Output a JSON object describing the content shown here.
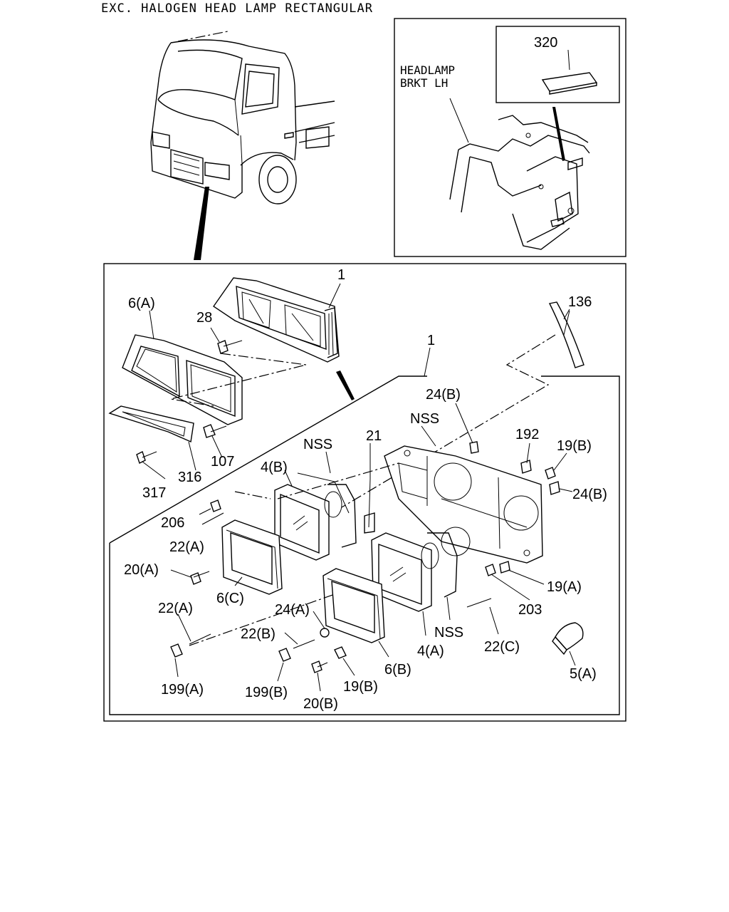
{
  "title": "EXC. HALOGEN HEAD LAMP RECTANGULAR",
  "inset": {
    "bracket_label_line1": "HEADLAMP",
    "bracket_label_line2": "BRKT LH",
    "part_320": "320"
  },
  "callouts": {
    "p1_top": "1",
    "p1_mid": "1",
    "p6A": "6(A)",
    "p28": "28",
    "p136": "136",
    "p24B_top": "24(B)",
    "nss_top": "NSS",
    "p21": "21",
    "nss_left": "NSS",
    "p192": "192",
    "p19B_right": "19(B)",
    "p24B_right": "24(B)",
    "p4B": "4(B)",
    "p107": "107",
    "p316": "316",
    "p317": "317",
    "p206": "206",
    "p22A_mid": "22(A)",
    "p20A": "20(A)",
    "p6C": "6(C)",
    "p19A": "19(A)",
    "p203": "203",
    "p22A_low": "22(A)",
    "p24A": "24(A)",
    "p22B": "22(B)",
    "nss_bottom": "NSS",
    "p22C": "22(C)",
    "p4A": "4(A)",
    "p6B": "6(B)",
    "p5A": "5(A)",
    "p199A": "199(A)",
    "p199B": "199(B)",
    "p19B_bottom": "19(B)",
    "p20B": "20(B)"
  }
}
